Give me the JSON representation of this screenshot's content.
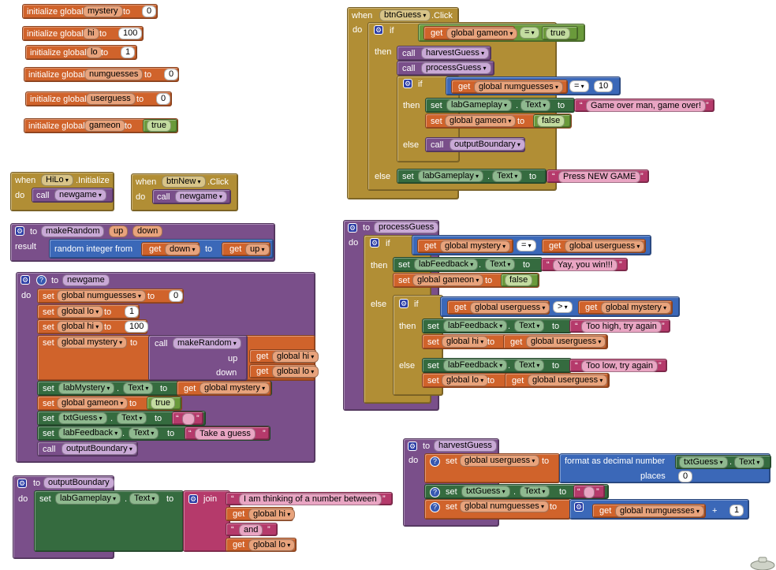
{
  "colors": {
    "variable": "#d0632b",
    "event": "#b18e35",
    "procedure": "#7a4f8a",
    "math": "#3b68b8",
    "component": "#356b3f",
    "logic": "#6a9a3b",
    "text": "#b53a6b"
  },
  "k": {
    "init": "initialize global",
    "to": "to",
    "when": "when",
    "do": "do",
    "result": "result",
    "get": "get",
    "set": "set",
    "call": "call",
    "if": "if",
    "then": "then",
    "else": "else",
    "dot": ".",
    "random": "random integer from",
    "join": "join",
    "up": "up",
    "down": "down",
    "format": "format as decimal number",
    "places": "places",
    "plus": "+"
  },
  "globals": {
    "mystery": {
      "name": "mystery",
      "value": "0"
    },
    "hi": {
      "name": "hi",
      "value": "100"
    },
    "lo": {
      "name": "lo",
      "value": "1"
    },
    "numguesses": {
      "name": "numguesses",
      "value": "0"
    },
    "userguess": {
      "name": "userguess",
      "value": "0"
    },
    "gameon": {
      "name": "gameon",
      "value": "true"
    }
  },
  "events": {
    "hilo_init": {
      "component": "HiLo",
      "event": ".Initialize",
      "call": "newgame"
    },
    "btnnew_click": {
      "component": "btnNew",
      "event": ".Click",
      "call": "newgame"
    },
    "btnguess_click": {
      "component": "btnGuess",
      "event": ".Click"
    }
  },
  "procs": {
    "makeRandom": {
      "name": "makeRandom",
      "param1": "up",
      "param2": "down"
    },
    "newgame": {
      "name": "newgame"
    },
    "outputBoundary": {
      "name": "outputBoundary"
    },
    "processGuess": {
      "name": "processGuess"
    },
    "harvestGuess": {
      "name": "harvestGuess"
    }
  },
  "vals": {
    "global_numguesses": "global numguesses",
    "global_lo": "global lo",
    "global_hi": "global hi",
    "global_mystery": "global mystery",
    "global_gameon": "global gameon",
    "global_userguess": "global userguess",
    "labMystery": "labMystery",
    "labFeedback": "labFeedback",
    "labGameplay": "labGameplay",
    "txtGuess": "txtGuess",
    "Text": "Text",
    "true": "true",
    "false": "false",
    "n0": "0",
    "n1": "1",
    "n100": "100",
    "n10": "10",
    "eq": "=",
    "gt": ">",
    "str_take": "Take a guess",
    "str_thinking": "I am thinking of a number between",
    "str_and": "and",
    "str_gameover": "Game over man, game over!",
    "str_press": "Press NEW GAME",
    "str_win": "Yay, you win!!!",
    "str_high": "Too high, try again",
    "str_low": "Too low, try again",
    "str_empty": " "
  },
  "icons": {
    "gear": "gear-icon",
    "help": "help-icon",
    "dropdown": "dropdown-arrow-icon",
    "trash": "trashcan-icon"
  }
}
